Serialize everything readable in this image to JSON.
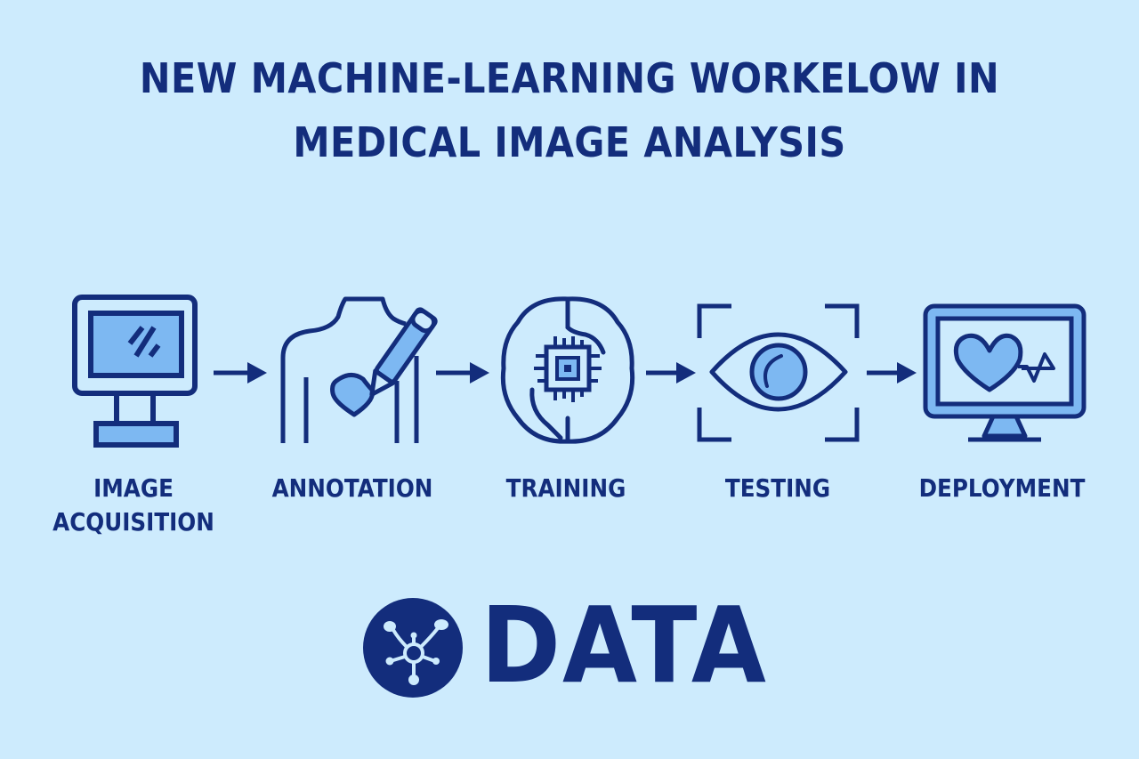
{
  "title": {
    "line1": "NEW MACHINE-LEARNING WORKELOW IN",
    "line2": "MEDICAL IMAGE ANALYSIS"
  },
  "colors": {
    "background": "#cdebfd",
    "primary": "#132d7c",
    "accent_fill": "#7db8f2"
  },
  "workflow": {
    "steps": [
      {
        "label_line1": "IMAGE",
        "label_line2": "ACQUISITION",
        "icon": "computer-monitor-icon"
      },
      {
        "label_line1": "ANNOTATION",
        "label_line2": "",
        "icon": "body-annotation-pencil-icon"
      },
      {
        "label_line1": "TRAINING",
        "label_line2": "",
        "icon": "brain-chip-icon"
      },
      {
        "label_line1": "TESTING",
        "label_line2": "",
        "icon": "eye-scan-icon"
      },
      {
        "label_line1": "DEPLOYMENT",
        "label_line2": "",
        "icon": "monitor-heart-icon"
      }
    ],
    "connector_icon": "arrow-right-icon"
  },
  "footer": {
    "logo_icon": "network-molecule-icon",
    "word": "DATA"
  }
}
